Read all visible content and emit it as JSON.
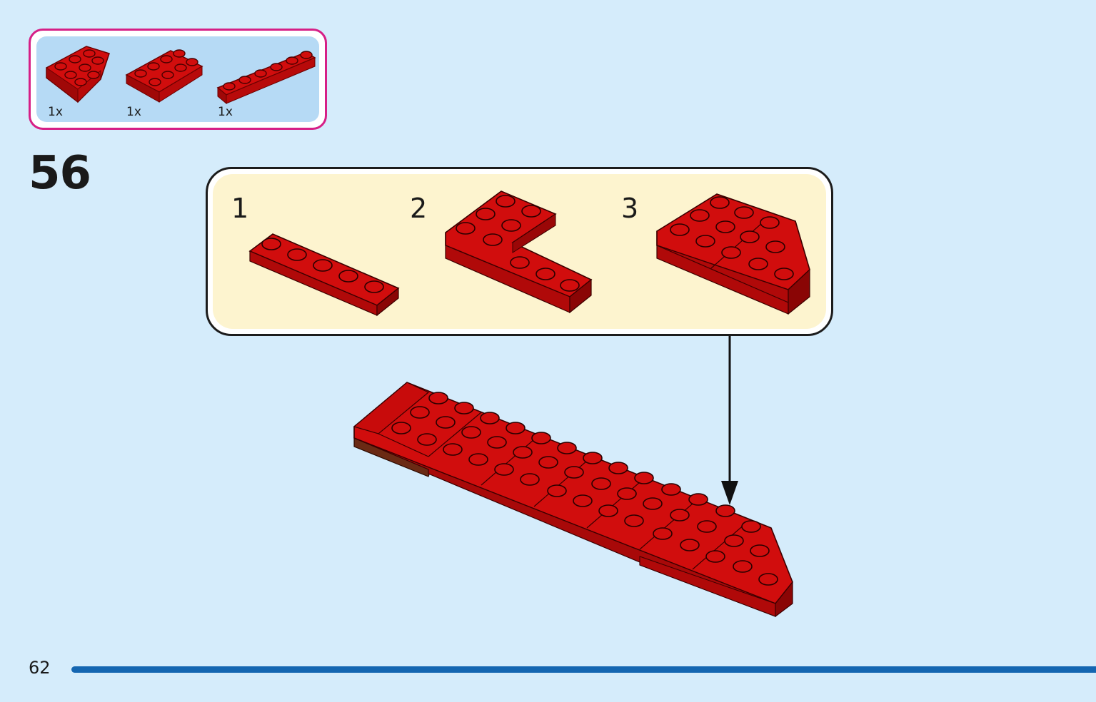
{
  "parts_list": {
    "items": [
      {
        "part": "wedge-plate-3x3",
        "color": "#d10d0d",
        "quantity": "1x"
      },
      {
        "part": "plate-2x4",
        "color": "#d10d0d",
        "quantity": "1x"
      },
      {
        "part": "plate-1x6",
        "color": "#d10d0d",
        "quantity": "1x"
      }
    ],
    "border_color": "#d61f86",
    "background_color": "#b6daf5"
  },
  "step": {
    "number": "56"
  },
  "sub_assembly": {
    "steps": [
      {
        "label": "1"
      },
      {
        "label": "2"
      },
      {
        "label": "3"
      }
    ],
    "background_color": "#fdf4cf"
  },
  "footer": {
    "page_number": "62",
    "bar_color": "#1466b1"
  },
  "colors": {
    "page_background": "#d5ecfb",
    "brick_red": "#d10d0d",
    "brick_dark": "#8a0505"
  }
}
